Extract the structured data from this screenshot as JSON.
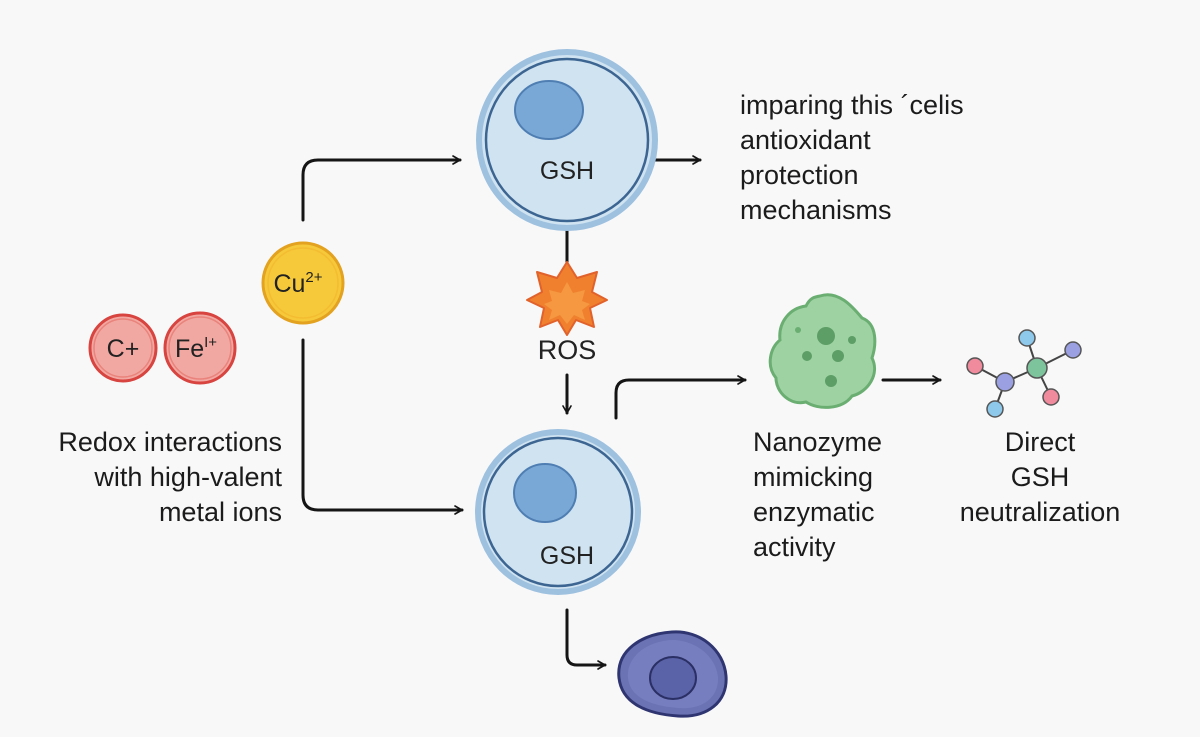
{
  "left_ions": {
    "ion1": "C+",
    "ion2": "Fe",
    "ion2_sup": "I+"
  },
  "copper": {
    "base": "Cu",
    "sup": "2+"
  },
  "top_cell": {
    "label": "GSH"
  },
  "ros": {
    "label": "ROS"
  },
  "bottom_cell": {
    "label": "GSH"
  },
  "top_right_text": [
    "imparing this ´celis",
    "antioxidant",
    "protection",
    "mechanisms"
  ],
  "left_text": [
    "Redox interactions",
    "with high-valent",
    "metal ions"
  ],
  "nanozyme_text": [
    "Nanozyme",
    "mimicking",
    "enzymatic",
    "activity"
  ],
  "direct_text": [
    "Direct",
    "GSH",
    "neutralization"
  ],
  "colors": {
    "cell_fill": "#cfe3f1",
    "cell_stroke": "#3d6592",
    "nucleus": "#7aa8d6",
    "copper": "#f6c93a",
    "ion_red": "#e4575a",
    "ros": "#f0802e",
    "nanozyme": "#7dbd83",
    "dead_cell": "#6b73b4",
    "node_purple": "#9aa0e2",
    "node_green": "#7dc39c",
    "node_pink": "#f08a9d",
    "node_blue": "#8ec8ea"
  }
}
